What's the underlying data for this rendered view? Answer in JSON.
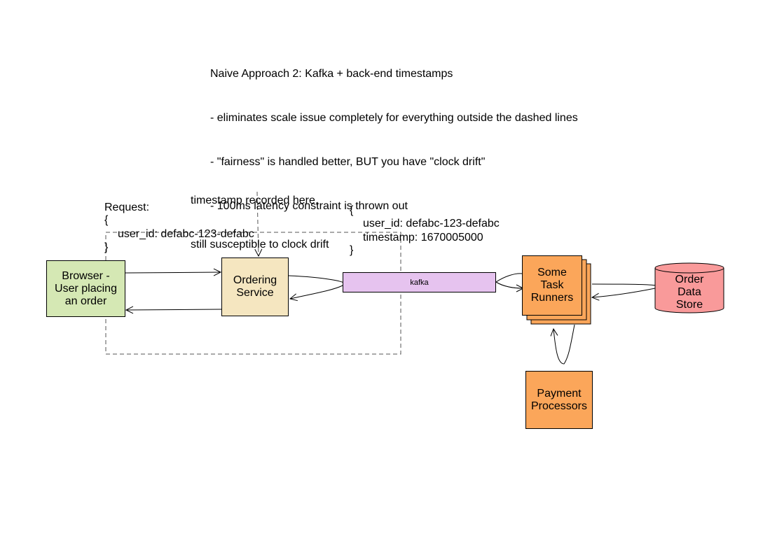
{
  "title_block": {
    "line1": "Naive Approach 2: Kafka + back-end timestamps",
    "line2": "- eliminates scale issue completely for everything outside the dashed lines",
    "line3": "- \"fairness\" is handled better, BUT you have \"clock drift\"",
    "line4": "- 100ms latency constraint is thrown out"
  },
  "timestamp_note": {
    "line1": "timestamp recorded here,",
    "line2": "still susceptible to clock drift"
  },
  "request_note": {
    "line1": "Request:",
    "line2": "{",
    "line3": "user_id: defabc-123-defabc",
    "line4": "}"
  },
  "kafka_payload_note": {
    "line1": "{",
    "line2": "user_id: defabc-123-defabc",
    "line3": "timestamp: 1670005000",
    "line4": "}"
  },
  "nodes": {
    "browser": {
      "line1": "Browser -",
      "line2": "User placing",
      "line3": "an order"
    },
    "ordering_service": {
      "line1": "Ordering",
      "line2": "Service"
    },
    "kafka": {
      "label": "kafka"
    },
    "task_runners": {
      "line1": "Some",
      "line2": "Task",
      "line3": "Runners"
    },
    "order_data_store": {
      "line1": "Order",
      "line2": "Data",
      "line3": "Store"
    },
    "payment_processors": {
      "line1": "Payment",
      "line2": "Processors"
    }
  },
  "colors": {
    "browser_fill": "#d5e8b4",
    "ordering_fill": "#f5e6c0",
    "kafka_fill": "#e6c3ef",
    "task_runner_fill": "#fba65a",
    "data_store_fill": "#f99a9a",
    "payment_fill": "#fba65a",
    "stroke": "#000000",
    "dashed_stroke": "#555555"
  }
}
